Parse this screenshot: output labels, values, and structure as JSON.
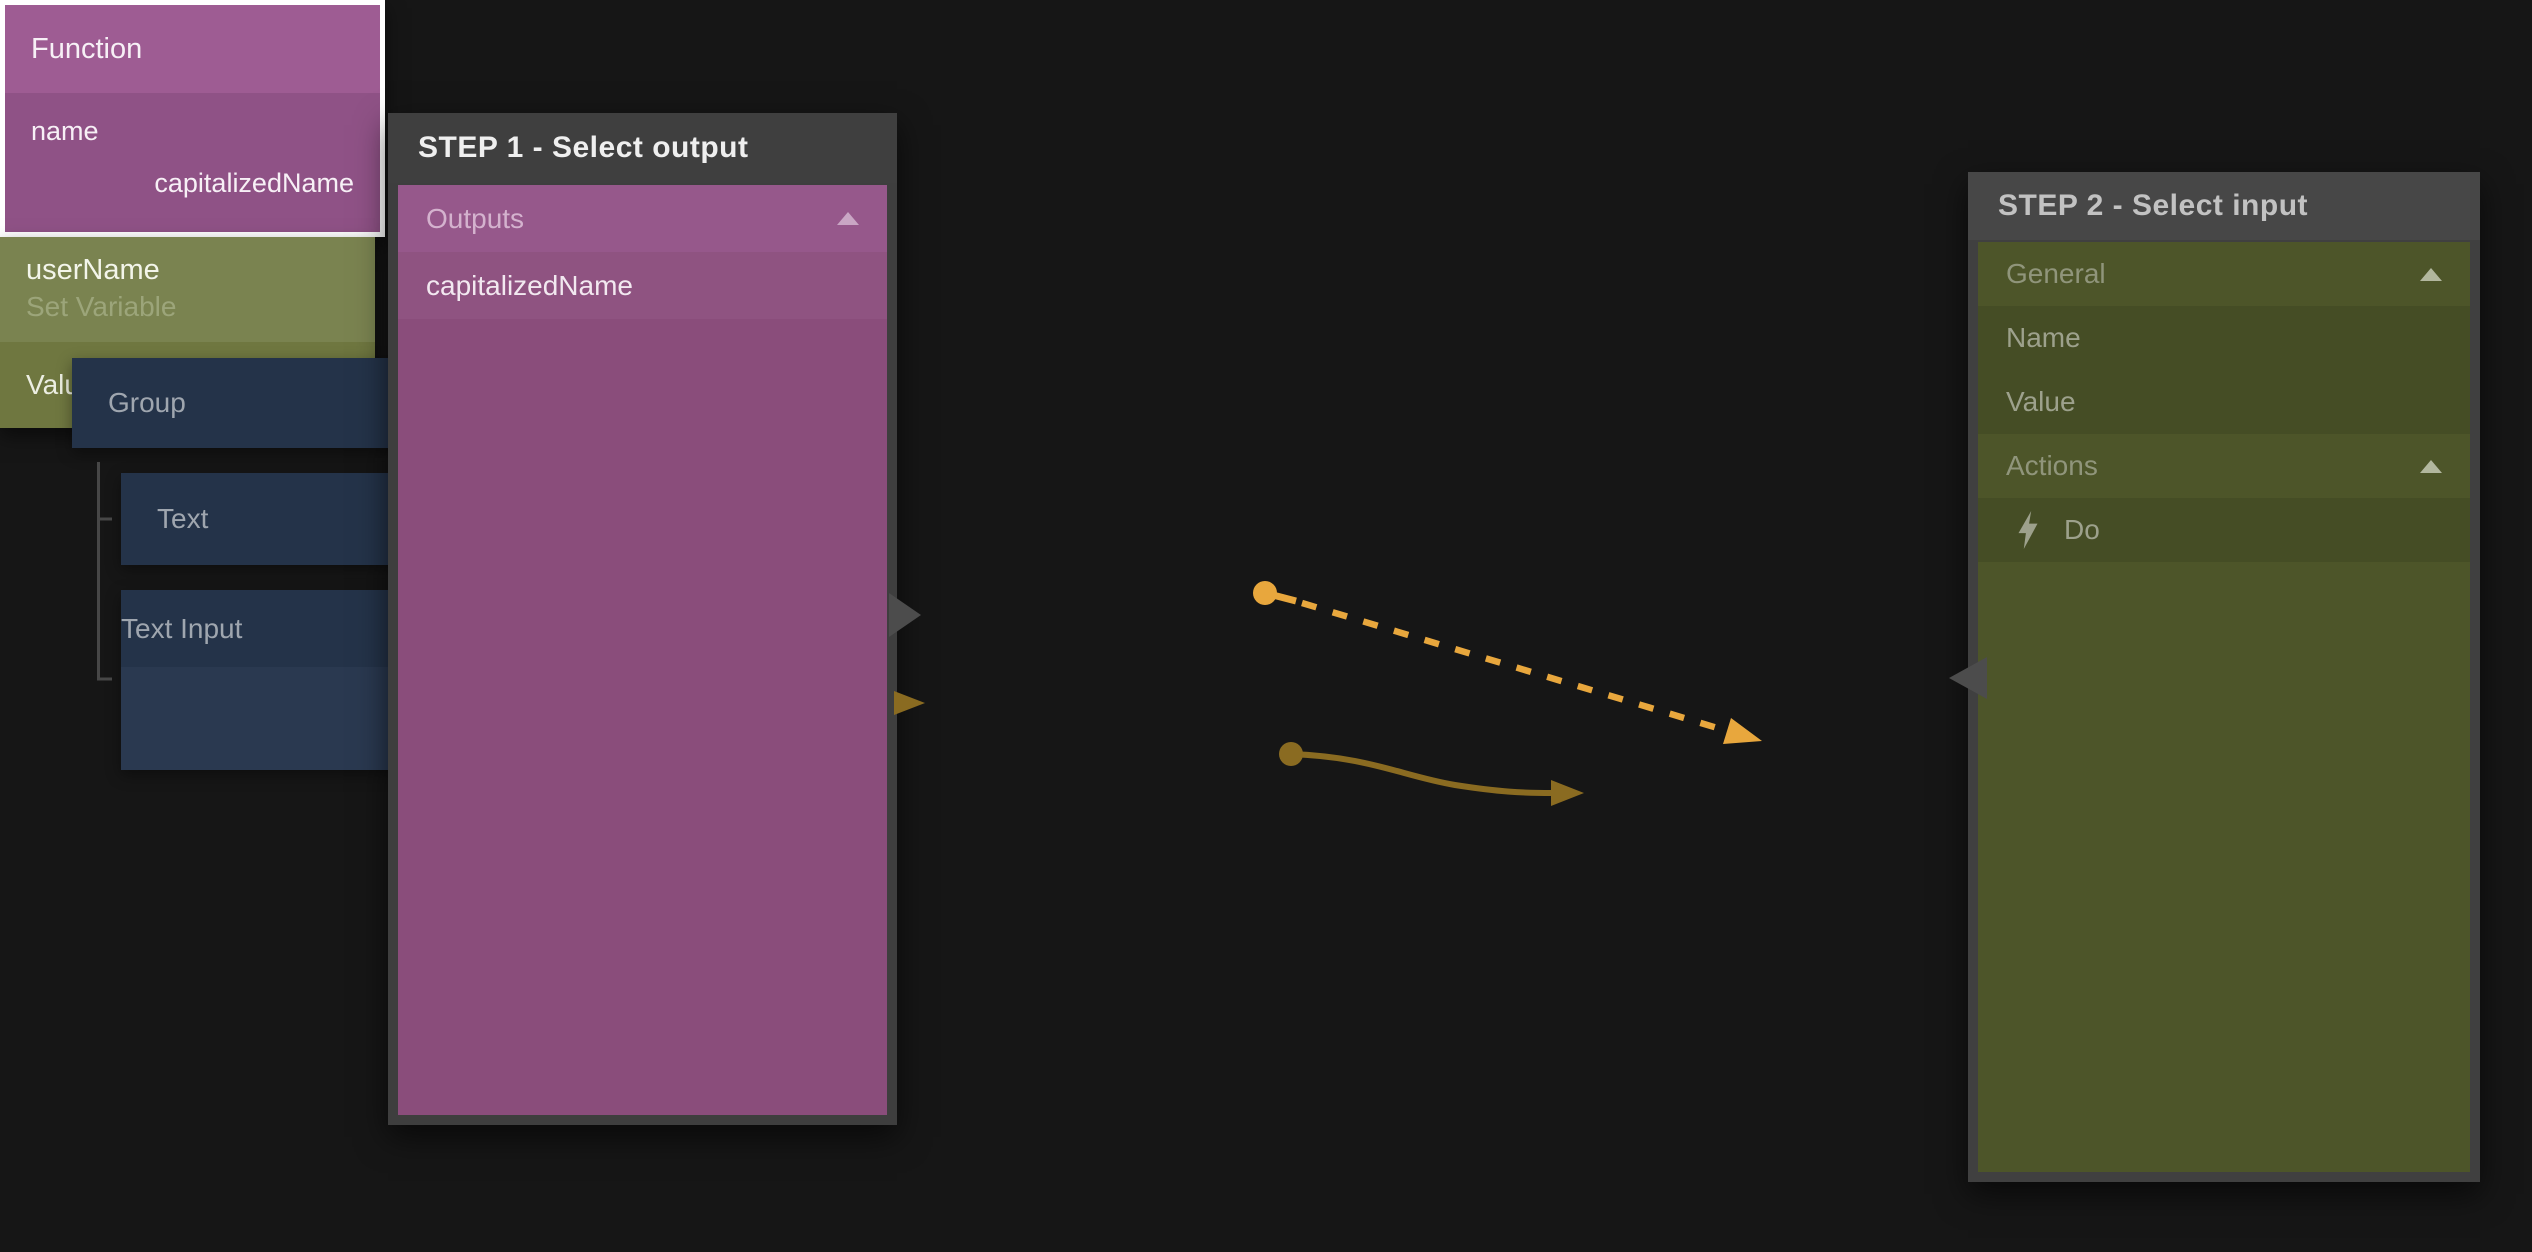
{
  "panels": {
    "step1": {
      "title": "STEP 1 - Select output",
      "outputs_label": "Outputs",
      "item_label": "capitalizedName"
    },
    "step2": {
      "title": "STEP 2 - Select input",
      "general_label": "General",
      "name_label": "Name",
      "value_label": "Value",
      "actions_label": "Actions",
      "do_label": "Do"
    }
  },
  "nodes": {
    "group": {
      "label": "Group"
    },
    "text": {
      "label": "Text"
    },
    "text_input": {
      "label": "Text Input"
    },
    "function": {
      "title": "Function",
      "input_label": "name",
      "output_label": "capitalizedName"
    },
    "set_variable": {
      "title": "userName",
      "subtitle": "Set Variable",
      "input_label": "Value"
    }
  },
  "connections": [
    {
      "from": "Function signal port",
      "to": "userName (Set Variable)",
      "style": "dashed",
      "color": "#E8A73D"
    },
    {
      "from": "Function.capitalizedName",
      "to": "userName.Value",
      "style": "solid",
      "color": "#8A6B21"
    }
  ],
  "icons": {
    "collapse": "up-triangle-icon",
    "do": "lightning-bolt-icon"
  },
  "colors": {
    "bg": "#161616",
    "step1-base": "#8A4D7B",
    "step1-headrow": "#96588B",
    "step1-item": "#8F5381",
    "step2-base": "#4D5529",
    "step2-item": "#454D25",
    "blue": "#243349",
    "fn-header": "#9E5C93",
    "fn-body": "#8F5286",
    "green-header": "#7A8350",
    "green-body": "#6F7740",
    "orange": "#E8A73D",
    "gold": "#8A6B21",
    "gray-arrow": "#4C4C4C"
  }
}
